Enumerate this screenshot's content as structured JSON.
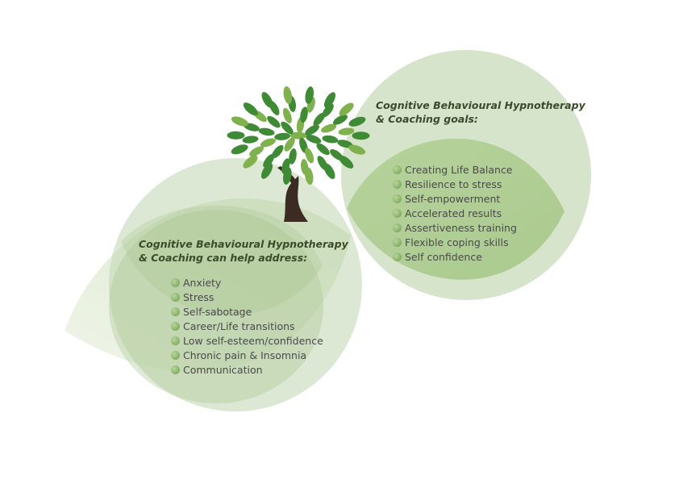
{
  "colors": {
    "circle": "#cfe0c2",
    "leaf_light": "#e4eedb",
    "leaf_mid": "#b9d39f",
    "leaf_inner": "#a9c98c",
    "heading_text": "#3a4a2a",
    "item_text": "#4a4a4a",
    "bullet": "#6e9e4e",
    "trunk": "#3b2b22",
    "tree_leaf_dark": "#3f8a35",
    "tree_leaf_light": "#7fb24f"
  },
  "icons": [
    "tree-icon",
    "bullet-dot-icon"
  ],
  "left_panel": {
    "heading_line1": "Cognitive Behavioural Hypnotherapy",
    "heading_line2": "& Coaching can help address:",
    "items": [
      "Anxiety",
      "Stress",
      "Self-sabotage",
      "Career/Life transitions",
      "Low self-esteem/confidence",
      "Chronic pain & Insomnia",
      "Communication"
    ]
  },
  "right_panel": {
    "heading_line1": "Cognitive Behavioural Hypnotherapy",
    "heading_line2": "& Coaching goals:",
    "items": [
      "Creating Life Balance",
      "Resilience to stress",
      "Self-empowerment",
      "Accelerated results",
      "Assertiveness training",
      "Flexible coping skills",
      "Self confidence"
    ]
  }
}
